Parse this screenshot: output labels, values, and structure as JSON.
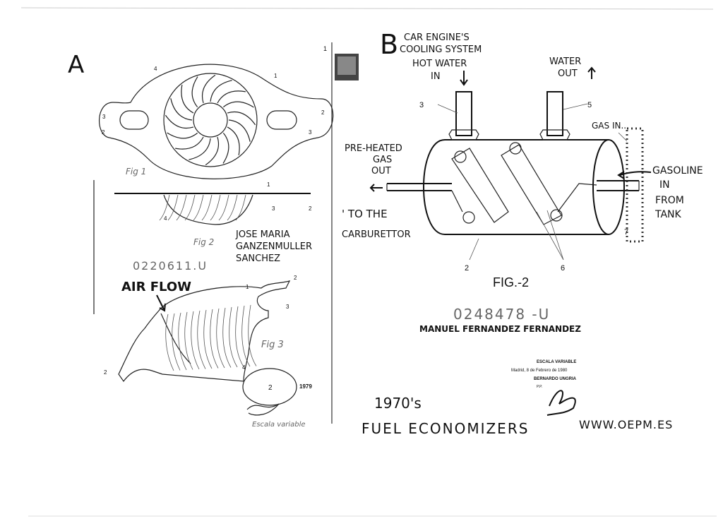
{
  "panel_a": {
    "letter": "A",
    "fig1_label": "Fig 1",
    "fig2_label": "Fig 2",
    "fig3_label": "Fig 3",
    "inventor_line1": "JOSE MARIA",
    "inventor_line2": "GANZENMULLER",
    "inventor_line3": "SANCHEZ",
    "patent_number": "0220611.U",
    "airflow_label": "AIR FLOW",
    "year_stamp": "1979",
    "scale_note": "Escala variable",
    "part_numbers": [
      "1",
      "2",
      "3",
      "4"
    ]
  },
  "panel_b": {
    "letter": "B",
    "title_line1": "CAR ENGINE'S",
    "title_line2": "COOLING SYSTEM",
    "hot_water_line1": "HOT WATER",
    "hot_water_line2": "IN",
    "water_out_line1": "WATER",
    "water_out_line2": "OUT",
    "gas_in": "GAS IN...",
    "preheated_line1": "PRE-HEATED",
    "preheated_line2": "GAS",
    "preheated_line3": "OUT",
    "gasoline_line1": "GASOLINE",
    "gasoline_line2": "IN",
    "gasoline_line3": "FROM",
    "gasoline_line4": "TANK",
    "to_the": "' TO THE",
    "carburettor": "CARBURETTOR",
    "fig_label": "FIG.-2",
    "patent_number": "0248478 -U",
    "inventor": "MANUEL FERNANDEZ FERNANDEZ",
    "part_numbers": [
      "1",
      "2",
      "3",
      "5",
      "6",
      "7"
    ],
    "stamp_line1": "ESCALA VARIABLE",
    "stamp_line2": "Madrid, 8 de Febrero de 1980",
    "stamp_line3": "BERNARDO UNGRIA",
    "stamp_line4": "P.P."
  },
  "footer": {
    "decade": "1970's",
    "caption": "FUEL ECONOMIZERS",
    "website": "WWW.OEPM.ES"
  }
}
